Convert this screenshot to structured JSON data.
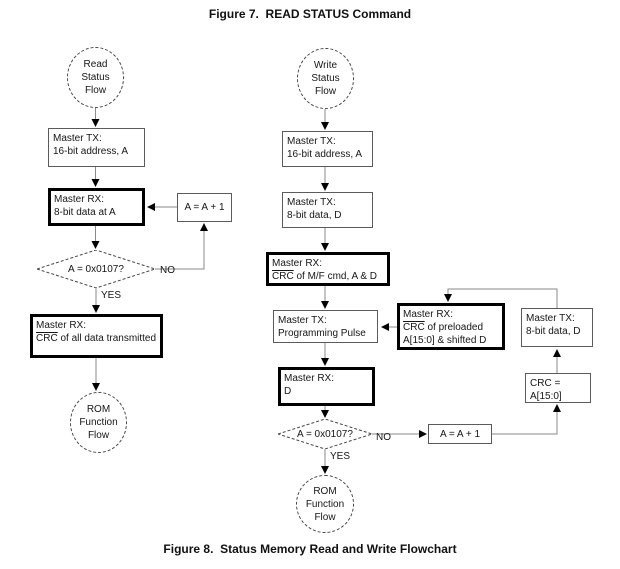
{
  "title": "Figure 7.  READ STATUS Command",
  "caption": "Figure 8.  Status Memory Read and Write Flowchart",
  "labels": {
    "no": "NO",
    "yes": "YES"
  },
  "read_flow": {
    "start": {
      "line1": "Read",
      "line2": "Status",
      "line3": "Flow"
    },
    "tx_address": {
      "line1": "Master TX:",
      "line2": "16-bit address, A"
    },
    "rx_data": {
      "line1": "Master RX:",
      "line2": "8-bit data at A"
    },
    "increment": {
      "label": "A = A + 1"
    },
    "decision": {
      "label": "A = 0x0107?"
    },
    "rx_crc": {
      "line1": "Master RX:",
      "line2_overline": "CRC",
      "line2_rest": " of all data transmitted"
    },
    "end": {
      "line1": "ROM",
      "line2": "Function",
      "line3": "Flow"
    }
  },
  "write_flow": {
    "start": {
      "line1": "Write",
      "line2": "Status",
      "line3": "Flow"
    },
    "tx_address": {
      "line1": "Master TX:",
      "line2": "16-bit address, A"
    },
    "tx_data": {
      "line1": "Master TX:",
      "line2": "8-bit data, D"
    },
    "rx_crc_cmd": {
      "line1": "Master RX:",
      "line2_overline": "CRC",
      "line2_rest": " of M/F cmd, A & D"
    },
    "tx_pulse": {
      "line1": "Master TX:",
      "line2": "Programming Pulse"
    },
    "rx_crc_preload": {
      "line1": "Master RX:",
      "line2_overline": "CRC",
      "line2_rest": " of preloaded",
      "line3": "A[15:0] & shifted D"
    },
    "rx_d": {
      "line1": "Master RX:",
      "line2": "D"
    },
    "decision": {
      "label": "A = 0x0107?"
    },
    "increment": {
      "label": "A = A + 1"
    },
    "crc_reg": {
      "line1": "CRC =",
      "line2": "A[15:0]"
    },
    "tx_data_loop": {
      "line1": "Master TX:",
      "line2": "8-bit data, D"
    },
    "end": {
      "line1": "ROM",
      "line2": "Function",
      "line3": "Flow"
    }
  },
  "colors": {
    "background": "#ffffff",
    "text": "#161616",
    "connector_line": "#8a8a8a",
    "arrowhead": "#000000",
    "thin_border": "#5b5b5b",
    "thick_border": "#000000"
  }
}
